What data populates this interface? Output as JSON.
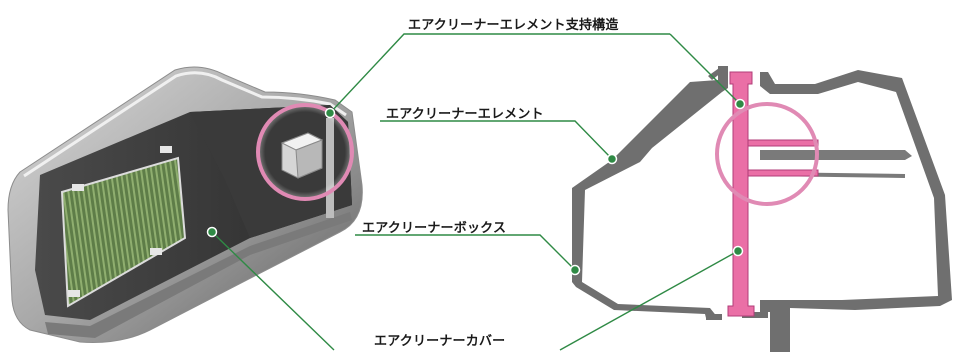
{
  "labels": {
    "support_structure": "エアクリーナーエレメント支持構造",
    "element": "エアクリーナーエレメント",
    "box": "エアクリーナーボックス",
    "cover": "エアクリーナーカバー"
  },
  "colors": {
    "leader": "#2f8a45",
    "dot": "#2f8a45",
    "highlight": "#e08ab4",
    "element_pink": "#ea6fa6",
    "housing": "#6f6f6f",
    "filter": "#6f8d55"
  }
}
